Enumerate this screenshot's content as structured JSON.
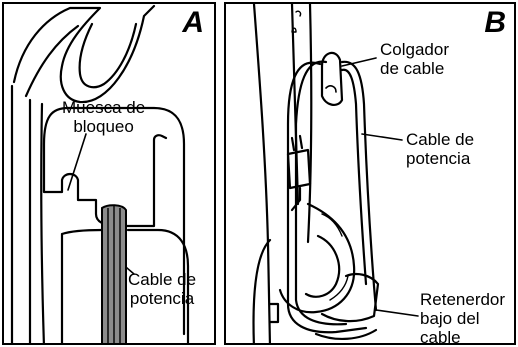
{
  "panel_a": {
    "badge": "A",
    "callouts": {
      "notch": {
        "line1": "Muesca de",
        "line2": "bloqueo"
      },
      "cord": {
        "line1": "Cable de",
        "line2": "potencia"
      }
    }
  },
  "panel_b": {
    "badge": "B",
    "callouts": {
      "hook": {
        "line1": "Colgador",
        "line2": "de cable"
      },
      "cord": {
        "line1": "Cable de",
        "line2": "potencia"
      },
      "retainer": {
        "line1": "Retenerdor",
        "line2": "bajo del",
        "line3": "cable"
      }
    }
  },
  "colors": {
    "ink": "#000000",
    "cord_fill": "#8c8c8c",
    "background": "#ffffff"
  }
}
